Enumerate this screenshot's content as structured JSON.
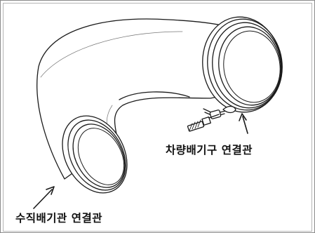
{
  "labels": {
    "vehicle_exhaust_connection": "차량배기구 연결관",
    "vertical_exhaust_connection": "수직배기관 연결관"
  },
  "colors": {
    "line": "#1a1a1a",
    "fill": "#ffffff",
    "shade": "#dcdcdc"
  },
  "icons": [
    "elbow-pipe",
    "v-band-clamp",
    "clamp-bolt",
    "leader-arrow"
  ]
}
